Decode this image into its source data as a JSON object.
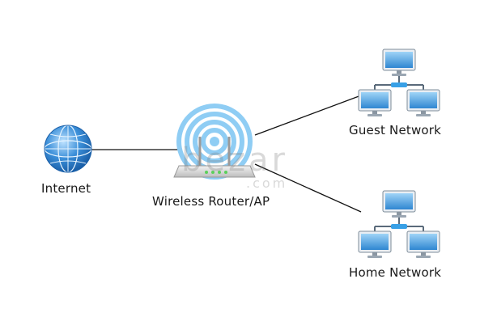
{
  "nodes": {
    "internet": {
      "label": "Internet",
      "icon": "globe-icon"
    },
    "router": {
      "label": "Wireless Router/AP",
      "icon": "wireless-router-icon"
    },
    "guest": {
      "label": "Guest Network",
      "icon": "network-computers-icon"
    },
    "home": {
      "label": "Home Network",
      "icon": "network-computers-icon"
    }
  },
  "watermark": {
    "main": "bezar",
    "sub": ".com"
  },
  "colors": {
    "line": "#111111",
    "globe": "#2a7fd0",
    "wifi": "#7cc6f2",
    "monitor": "#3b92d8",
    "connector": "#5a6a7a"
  }
}
